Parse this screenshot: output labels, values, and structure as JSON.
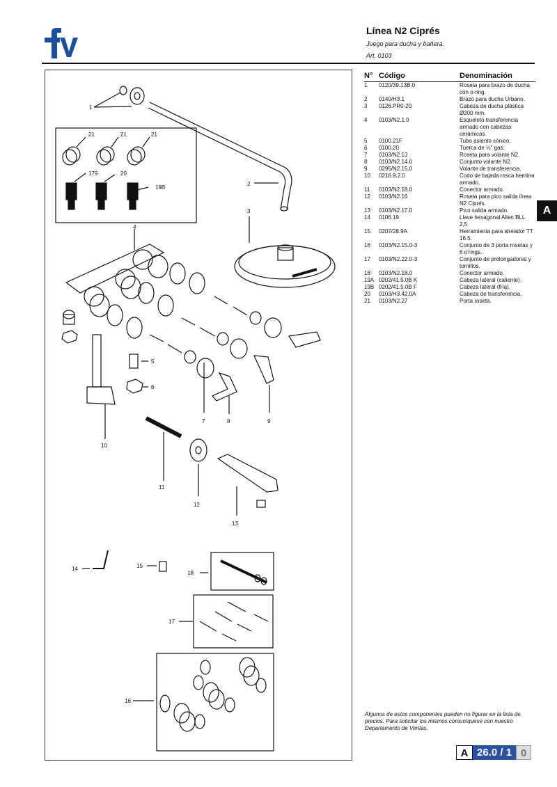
{
  "header": {
    "title": "Línea N2 Ciprés",
    "subtitle": "Juego para ducha y bañera.",
    "article": "Art. 0103"
  },
  "brand": {
    "color": "#1a4f9c"
  },
  "table": {
    "headers": [
      "N°",
      "Código",
      "Denominación"
    ],
    "rows": [
      {
        "n": "1",
        "code": "0120/39.13B.0",
        "desc": "Roseta para brazo de ducha con o-ring."
      },
      {
        "n": "2",
        "code": "0140/H3.1",
        "desc": "Brazo para ducha Urbano."
      },
      {
        "n": "3",
        "code": "0126.PR0-20",
        "desc": "Cabeza de ducha plástica Ø200 mm."
      },
      {
        "n": "4",
        "code": "0103/N2.1.0",
        "desc": "Esqueleto transferencia armado con cabezas cerámicas."
      },
      {
        "n": "5",
        "code": "0100.21F",
        "desc": "Tubo asiento cónico."
      },
      {
        "n": "6",
        "code": "0100.20",
        "desc": "Tuerca de ½\" gas."
      },
      {
        "n": "7",
        "code": "0103/N2.13",
        "desc": "Roseta para volante N2."
      },
      {
        "n": "8",
        "code": "0103/N2.14.0",
        "desc": "Conjunto volante N2."
      },
      {
        "n": "9",
        "code": "0295/N2.15.0",
        "desc": "Volante de transferencia."
      },
      {
        "n": "10",
        "code": "0216.9.2.0",
        "desc": "Codo de bajada rosca hembra armado."
      },
      {
        "n": "11",
        "code": "0103/N2.18.0",
        "desc": "Conector armado."
      },
      {
        "n": "12",
        "code": "0103/N2.16",
        "desc": "Roseta para pico salida línea N2 Ciprés."
      },
      {
        "n": "13",
        "code": "0103/N2.17.0",
        "desc": "Pico salida armado."
      },
      {
        "n": "14",
        "code": "0106.19",
        "desc": "Llave hexagonal Allen BLL 2,5."
      },
      {
        "n": "15",
        "code": "0207/28.9A",
        "desc": "Herramienta para aireador TT 16.5."
      },
      {
        "n": "16",
        "code": "0103/N2.15.0-3",
        "desc": "Conjunto de 3 porta rosetas y 6 o'rings."
      },
      {
        "n": "17",
        "code": "0103/N2.22.0-3",
        "desc": "Conjunto de prolongadores y tornillos."
      },
      {
        "n": "18",
        "code": "0103/N2.18.0",
        "desc": "Conector armado."
      },
      {
        "n": "19A",
        "code": "0202/41.5.0B K",
        "desc": "Cabeza lateral (caliente)."
      },
      {
        "n": "19B",
        "code": "0202/41.5.0B F",
        "desc": "Cabeza lateral (fría)."
      },
      {
        "n": "20",
        "code": "0103/H3.42.0A",
        "desc": "Cabeza de transferencia."
      },
      {
        "n": "21",
        "code": "0103/N2.27",
        "desc": "Porta roseta."
      }
    ]
  },
  "side_tab": "A",
  "footnote": "Algunos de estos componentes pueden no figurar en la lista de precios. Para solicitar los mismos comuníquese con nuestro Departamento de Ventas.",
  "page": {
    "section": "A",
    "number": "26.0 / 1",
    "suffix": "0"
  },
  "diagram_labels": {
    "l1": "1",
    "l2": "2",
    "l3": "3",
    "l4": "4",
    "l5": "5",
    "l6": "6",
    "l7": "7",
    "l8": "8",
    "l9": "9",
    "l10": "10",
    "l11": "11",
    "l12": "12",
    "l13": "13",
    "l14": "14",
    "l15": "15",
    "l16": "16",
    "l17": "17",
    "l18": "18",
    "l19b": "19B",
    "l179": "179",
    "l20": "20",
    "l21a": "21",
    "l21b": "21",
    "l21c": "21"
  }
}
